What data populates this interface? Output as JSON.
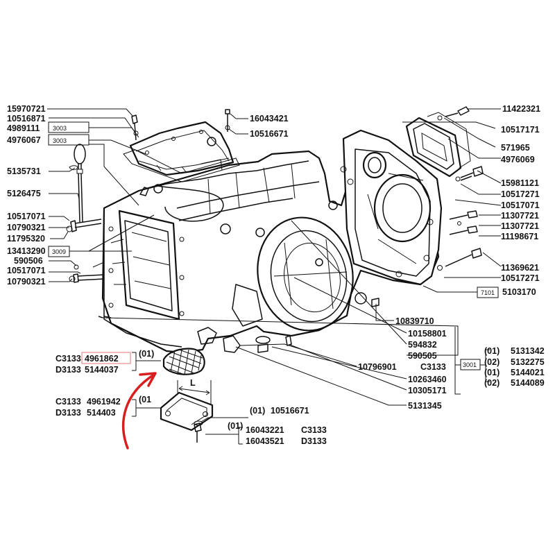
{
  "left_labels": {
    "p15970721": "15970721",
    "p10516871": "10516871",
    "p4989111": "4989111",
    "p4976067": "4976067",
    "p5135731": "5135731",
    "p5126475": "5126475",
    "p10517071": "10517071",
    "p10790321": "10790321",
    "p11795320": "11795320",
    "p13413290": "13413290",
    "p590506": "590506",
    "p10517071b": "10517071",
    "p10790321b": "10790321"
  },
  "top_labels": {
    "p16043421": "16043421",
    "p10516671": "10516671"
  },
  "right_labels": {
    "p11422321": "11422321",
    "p10517171": "10517171",
    "p571965": "571965",
    "p4976069": "4976069",
    "p15981121": "15981121",
    "p10517271": "10517271",
    "p10517071": "10517071",
    "p11307721a": "11307721",
    "p11307721b": "11307721",
    "p11198671": "11198671",
    "p11369621": "11369621",
    "p10517271b": "10517271",
    "p5103170": "5103170"
  },
  "center_labels": {
    "p10839710": "10839710",
    "p10158801": "10158801",
    "p594832": "594832",
    "p590505": "590505",
    "p10796901": "10796901",
    "c3133": "C3133",
    "p10263460": "10263460",
    "p10305171": "10305171",
    "p5131345": "5131345"
  },
  "refs": {
    "r3003a": "3003",
    "r3003b": "3003",
    "r3009": "3009",
    "r7101": "7101",
    "r3001": "3001"
  },
  "variant_group": {
    "rows": [
      {
        "qty": "(01)",
        "part": "5131342"
      },
      {
        "qty": "(02)",
        "part": "5132275"
      },
      {
        "qty": "(01)",
        "part": "5144021"
      },
      {
        "qty": "(02)",
        "part": "5144089"
      }
    ]
  },
  "filter_parts": {
    "c_model": "C3133",
    "c_part": "4961862",
    "qty": "(01)",
    "d_model": "D3133",
    "d_part": "5144037"
  },
  "cover_parts": {
    "c_model": "C3133",
    "c_part": "4961942",
    "qty": "(01",
    "d_model": "D3133",
    "d_part": "514403",
    "dim_label": "L"
  },
  "screw_parts": {
    "qty_top": "(01)",
    "part_top": "10516671",
    "qty": "(01)",
    "part_c": "16043221",
    "model_c": "C3133",
    "part_d": "16043521",
    "model_d": "D3133"
  },
  "accent_color": "#d81e1e",
  "highlight_color": "#e88c8c"
}
